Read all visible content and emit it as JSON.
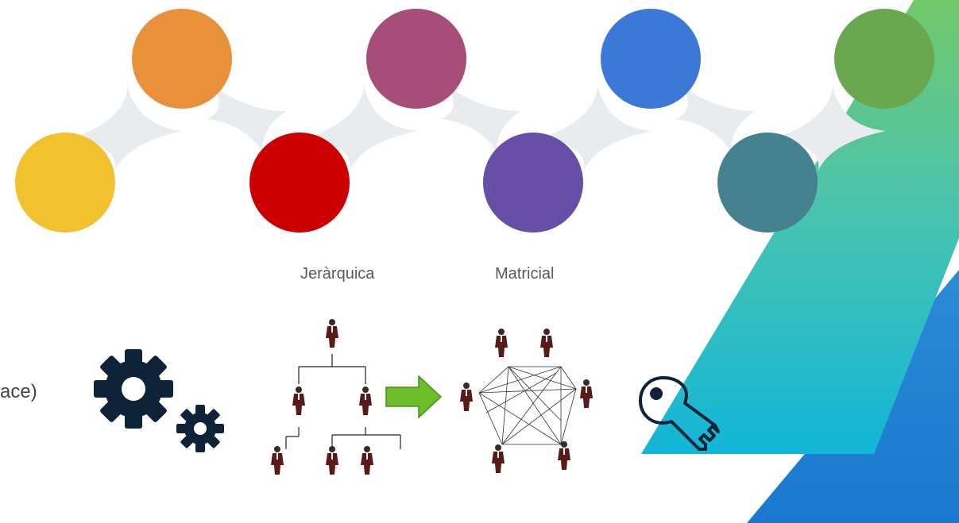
{
  "labels": {
    "jerarquica": "Jeràrquica",
    "matricial": "Matricial",
    "fragment": "ace)"
  },
  "icons": [
    "gears-icon",
    "hierarchy-org-chart-icon",
    "green-arrow-right-icon",
    "network-org-icon",
    "key-icon"
  ],
  "colors": {
    "circle_yellow": "#F2C12E",
    "circle_orange": "#E8913A",
    "circle_red": "#CC0000",
    "circle_magenta": "#A64D79",
    "circle_purple": "#674EA7",
    "circle_blue": "#3C78D8",
    "circle_teal": "#45818E",
    "circle_green": "#6AA84F",
    "connector": "#E8ECEF",
    "gear": "#0E2238",
    "arrow_green": "#6BBE2A",
    "person_suit": "#5A1A1A"
  }
}
